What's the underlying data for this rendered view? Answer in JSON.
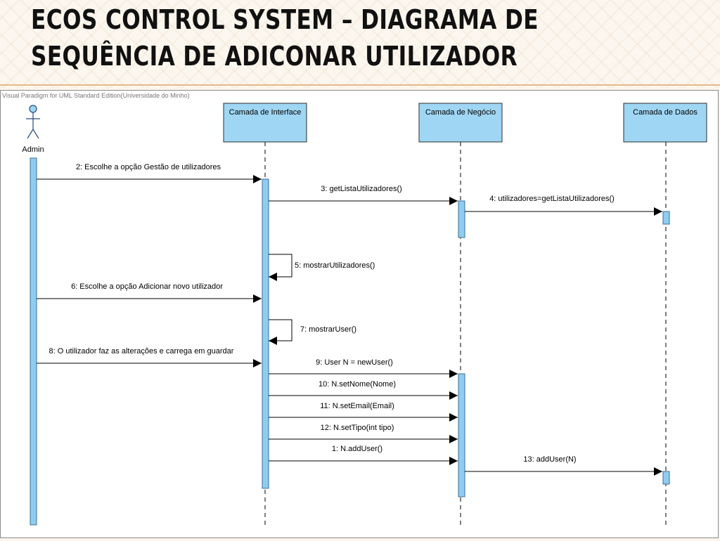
{
  "slide": {
    "title_line1": "ECOS CONTROL SYSTEM – DIAGRAMA DE",
    "title_line2": "SEQUÊNCIA DE ADICONAR UTILIZADOR"
  },
  "diagram": {
    "edition": "Visual Paradigm for UML Standard Edition(Universidade do Minho)",
    "actor": "Admin",
    "lifelines": [
      "Camada de Interface",
      "Camada de Negócio",
      "Camada de Dados"
    ],
    "messages": [
      {
        "label": "2: Escolhe a opção Gestão de utilizadores"
      },
      {
        "label": "3: getListaUtilizadores()"
      },
      {
        "label": "4: utilizadores=getListaUtilizadores()"
      },
      {
        "label": "5: mostrarUtilizadores()"
      },
      {
        "label": "6: Escolhe a opção Adicionar novo utilizador"
      },
      {
        "label": "7: mostrarUser()"
      },
      {
        "label": "8: O utilizador faz as alterações e carrega em guardar"
      },
      {
        "label": "9: User N = newUser()"
      },
      {
        "label": "10: N.setNome(Nome)"
      },
      {
        "label": "11: N.setEmail(Email)"
      },
      {
        "label": "12: N.setTipo(int tipo)"
      },
      {
        "label": "1: N.addUser()"
      },
      {
        "label": "13: addUser(N)"
      }
    ],
    "colors": {
      "lifeline_fill": "#9fd6f3",
      "lifeline_stroke": "#2c2c2c",
      "activation_fill": "#8fcdef",
      "line": "#000000"
    }
  }
}
